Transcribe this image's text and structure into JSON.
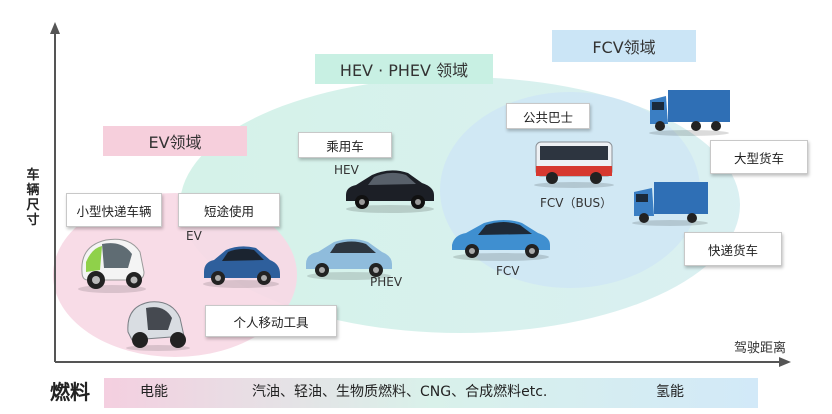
{
  "axes": {
    "y_label": "车辆尺寸",
    "x_label": "驾驶距离"
  },
  "domains": {
    "ev": "EV领域",
    "hev_phev": "HEV · PHEV 领域",
    "fcv": "FCV领域"
  },
  "vehicle_boxes": {
    "small_express": "小型快递车辆",
    "short_trip": "短途使用",
    "personal_mobility": "个人移动工具",
    "passenger_car": "乘用车",
    "bus": "公共巴士",
    "large_truck": "大型货车",
    "express_truck": "快递货车"
  },
  "vehicle_labels": {
    "ev": "EV",
    "hev": "HEV",
    "phev": "PHEV",
    "fcv_bus": "FCV（BUS）",
    "fcv": "FCV"
  },
  "fuel_bar": {
    "title": "燃料",
    "electric": "电能",
    "mixed": "汽油、轻油、生物质燃料、CNG、合成燃料etc.",
    "hydrogen": "氢能"
  },
  "colors": {
    "ev_zone": "#f7dbe6",
    "hev_zone": "#d6f2ea",
    "fcv_zone": "#d7ebf8",
    "axis": "#555555"
  },
  "icons": [
    "ev-concept-car-icon",
    "ev-hatchback-icon",
    "personal-mobility-icon",
    "hev-sedan-icon",
    "phev-car-icon",
    "fcv-bus-icon",
    "fcv-car-icon",
    "large-truck-icon",
    "express-truck-icon"
  ]
}
